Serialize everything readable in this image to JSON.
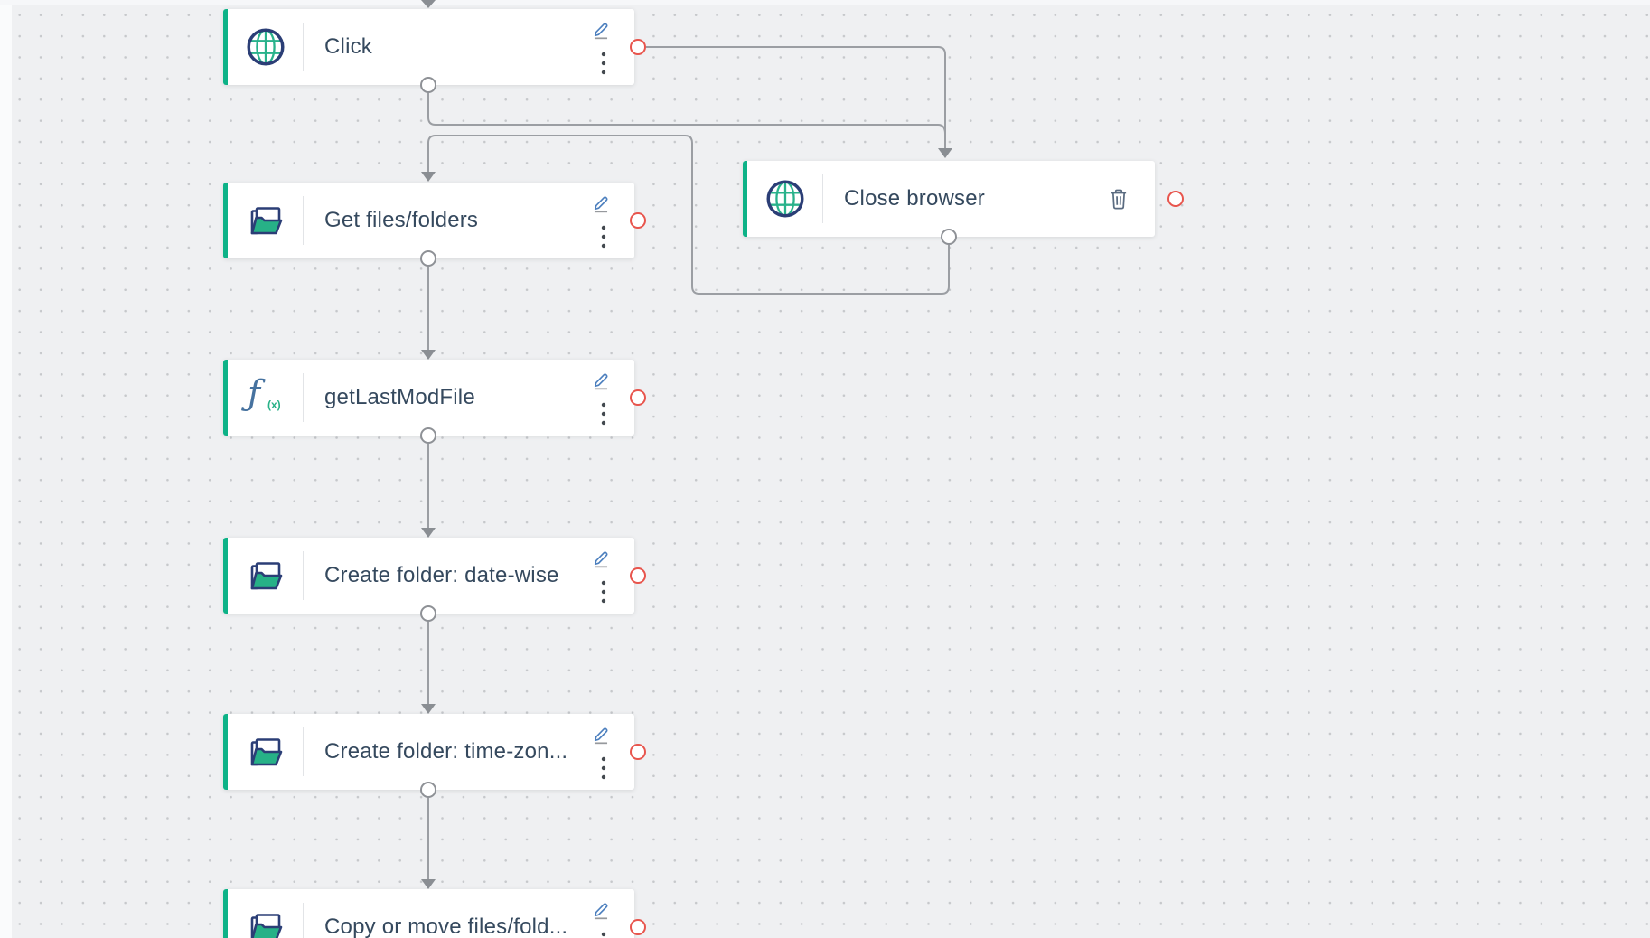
{
  "canvas": {
    "type": "workflow-builder-canvas",
    "colors": {
      "background": "#eff0f2",
      "grid_dot": "#c6c8cb",
      "node_background": "#ffffff",
      "node_accent_green": "#0db287",
      "icon_navy": "#2b3e76",
      "icon_green": "#29b28b",
      "label_text": "#35495e",
      "connector_gray": "#9b9ea3",
      "arrowhead_gray": "#8a8e93",
      "error_port_red": "#e8554d",
      "edit_icon_blue": "#4c7fbe"
    }
  },
  "nodes": [
    {
      "id": "click",
      "label": "Click",
      "icon": "globe-icon"
    },
    {
      "id": "get-files-folders",
      "label": "Get files/folders",
      "icon": "folder-open-icon"
    },
    {
      "id": "get-last-mod-file",
      "label": "getLastModFile",
      "icon": "function-icon"
    },
    {
      "id": "create-folder-date-wise",
      "label": "Create folder: date-wise",
      "icon": "folder-open-icon"
    },
    {
      "id": "create-folder-time-zone",
      "label": "Create folder: time-zon...",
      "icon": "folder-open-icon"
    },
    {
      "id": "copy-or-move-files-folders",
      "label": "Copy or move files/fold...",
      "icon": "folder-open-icon"
    },
    {
      "id": "close-browser",
      "label": "Close browser",
      "icon": "globe-icon"
    }
  ],
  "function_icon": {
    "f": "ƒ",
    "sub": "(x)"
  },
  "connections": [
    {
      "from": "offscreen-top",
      "to": "click",
      "port": "in"
    },
    {
      "from": "click",
      "to": "close-browser",
      "port": "bottom-out"
    },
    {
      "from": "click",
      "to": "close-browser",
      "port": "error-out"
    },
    {
      "from": "close-browser",
      "to": "get-files-folders",
      "port": "bottom-out"
    },
    {
      "from": "get-files-folders",
      "to": "get-last-mod-file",
      "port": "bottom-out"
    },
    {
      "from": "get-last-mod-file",
      "to": "create-folder-date-wise",
      "port": "bottom-out"
    },
    {
      "from": "create-folder-date-wise",
      "to": "create-folder-time-zone",
      "port": "bottom-out"
    },
    {
      "from": "create-folder-time-zone",
      "to": "copy-or-move-files-folders",
      "port": "bottom-out"
    }
  ]
}
